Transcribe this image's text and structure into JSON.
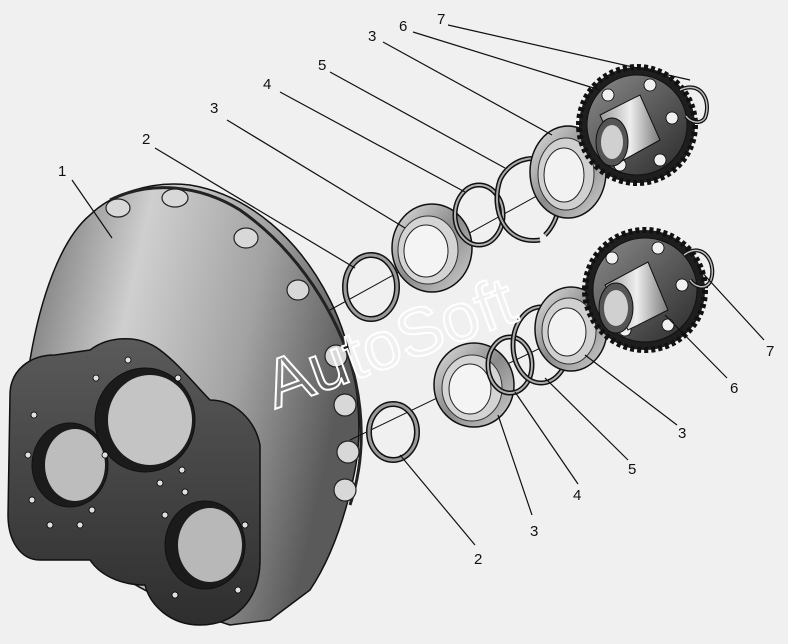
{
  "colors": {
    "background": "#f0f0f0",
    "metal_light": "#c8c8c8",
    "metal_mid": "#9a9a9a",
    "metal_dark": "#3f3f3f",
    "outline": "#111111",
    "leader": "#111111",
    "watermark": "#ffffff"
  },
  "watermark": "AutoSoft",
  "callouts": {
    "c1": "1",
    "c2a": "2",
    "c3a": "3",
    "c4a": "4",
    "c5a": "5",
    "c3b": "3",
    "c6a": "6",
    "c7a": "7",
    "c7b": "7",
    "c6b": "6",
    "c3c": "3",
    "c5b": "5",
    "c4b": "4",
    "c3d": "3",
    "c2b": "2"
  }
}
